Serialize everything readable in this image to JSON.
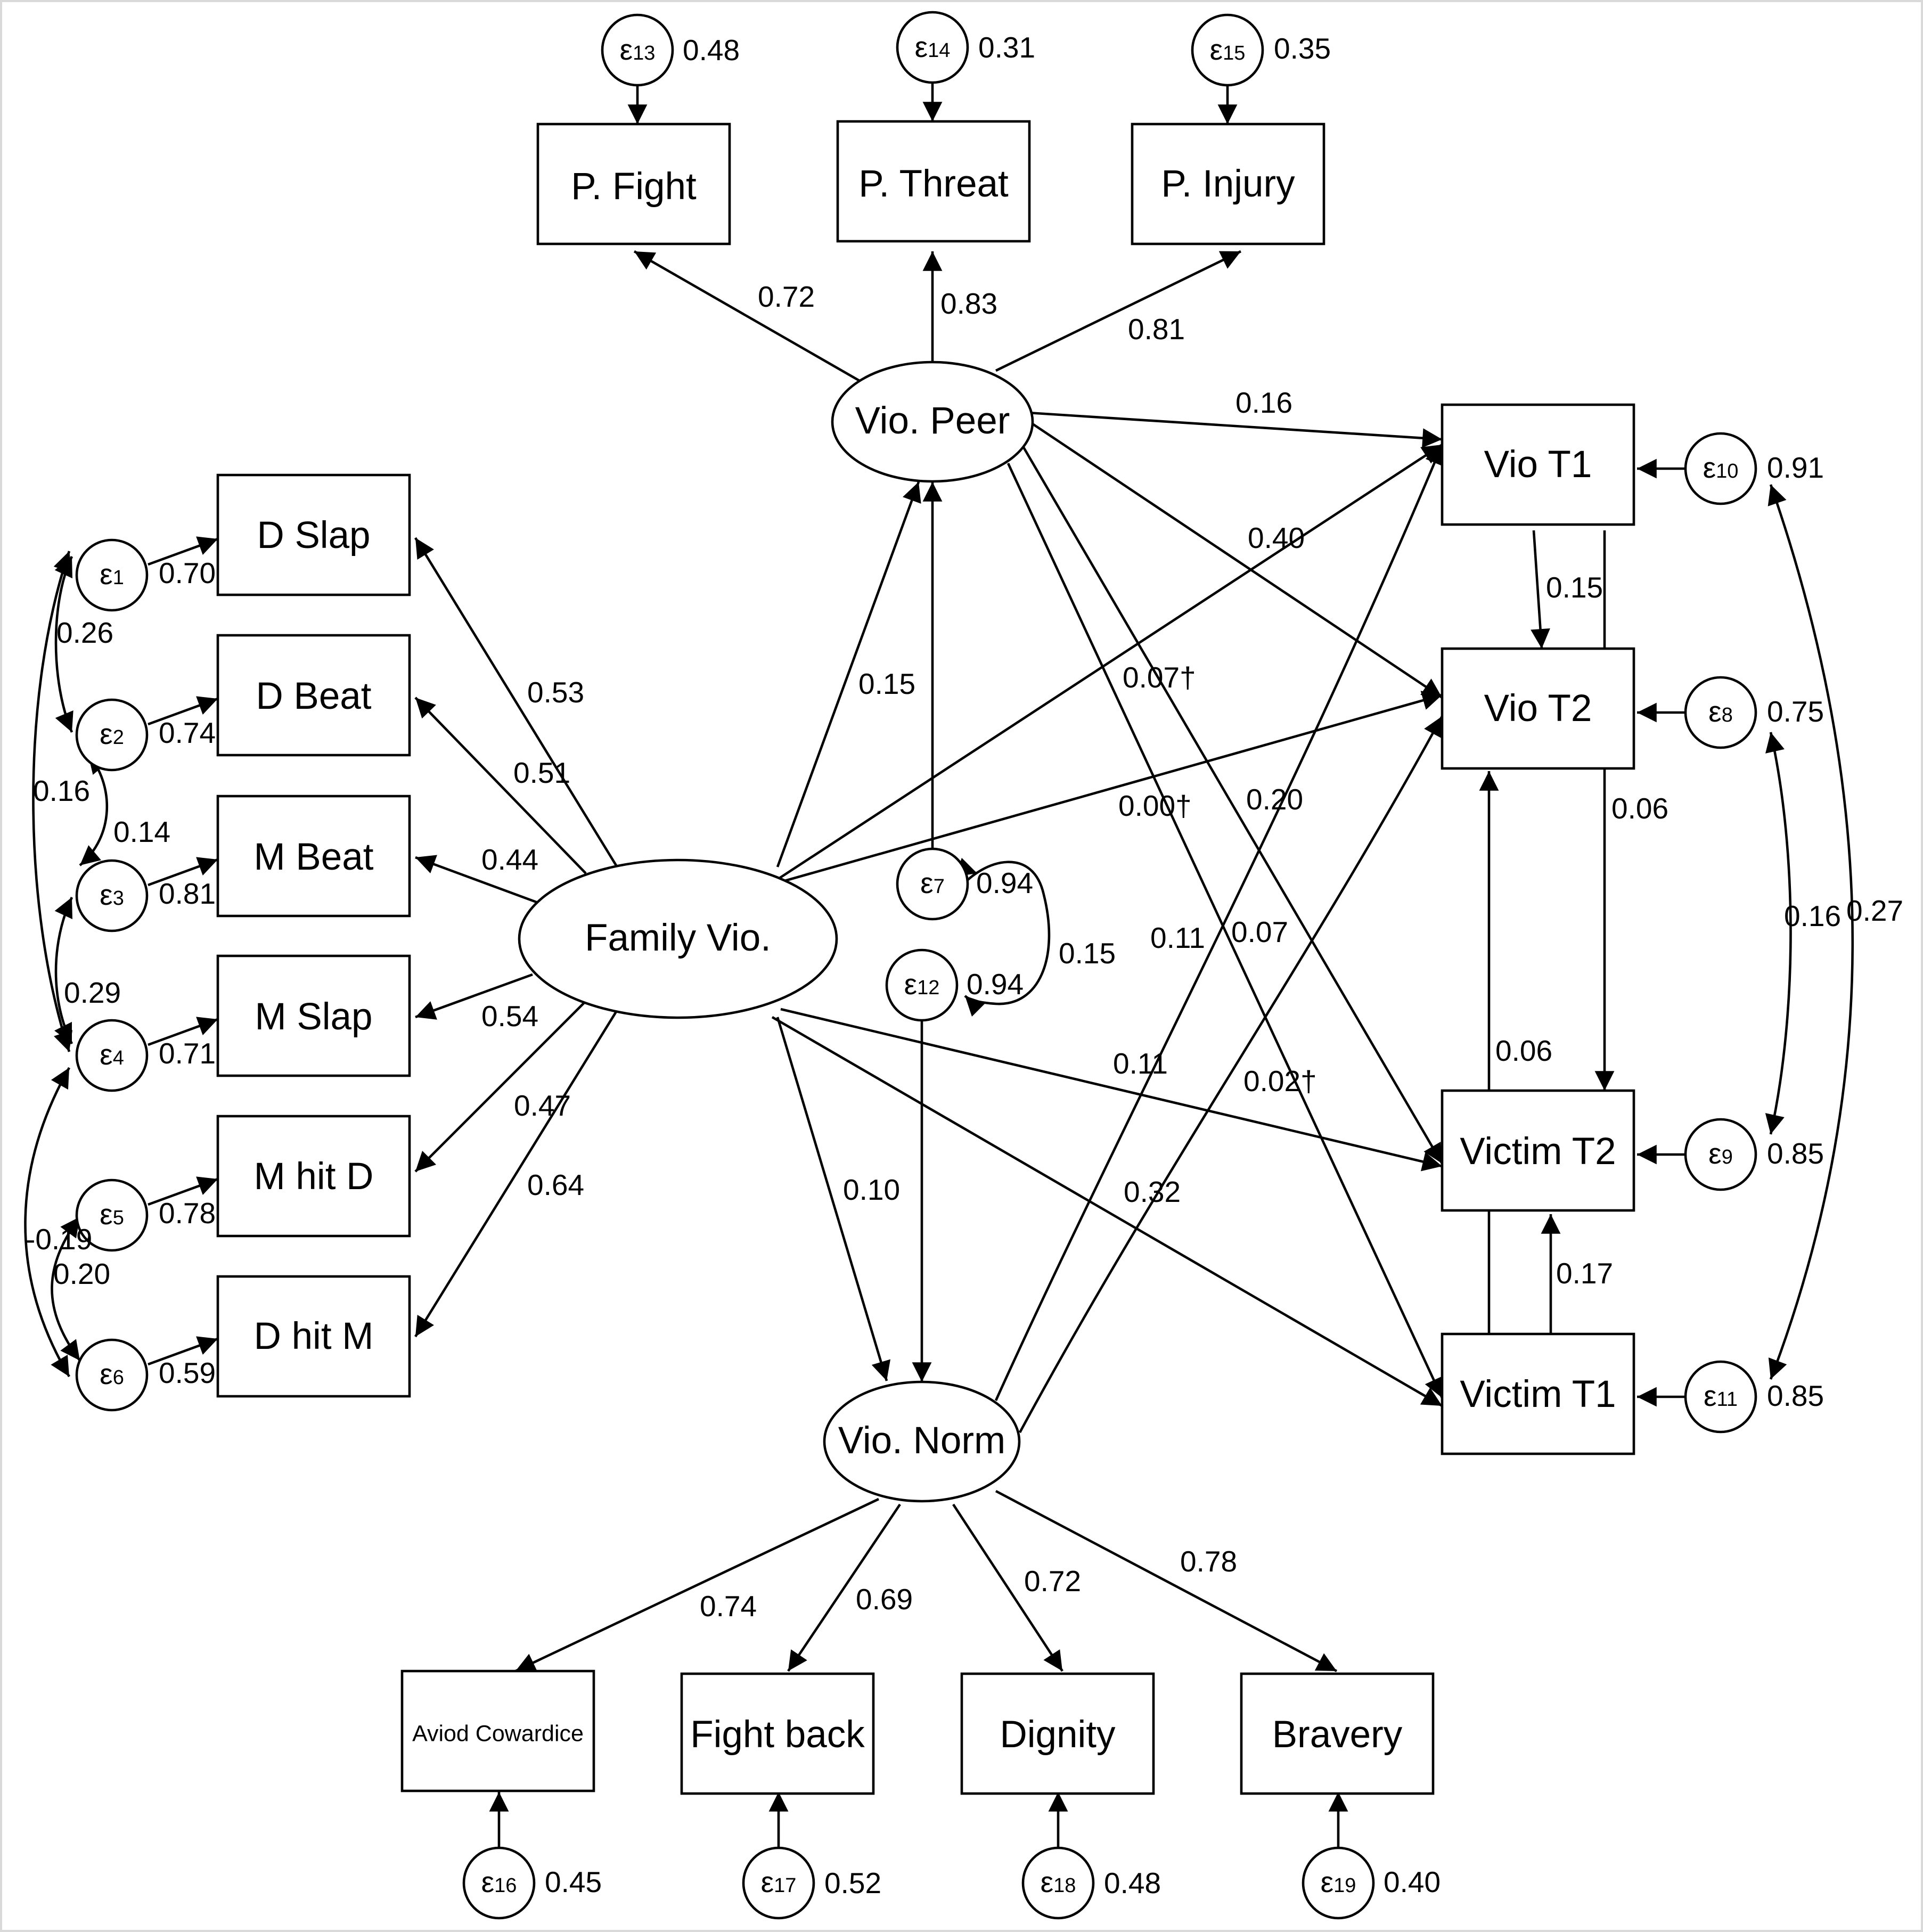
{
  "observed": {
    "p_fight": "P. Fight",
    "p_threat": "P. Threat",
    "p_injury": "P. Injury",
    "d_slap": "D Slap",
    "d_beat": "D Beat",
    "m_beat": "M Beat",
    "m_slap": "M Slap",
    "m_hit_d": "M hit D",
    "d_hit_m": "D hit M",
    "vio_t1": "Vio T1",
    "vio_t2": "Vio T2",
    "victim_t2": "Victim T2",
    "victim_t1": "Victim T1",
    "aviod_cowardice": "Aviod Cowardice",
    "fight_back": "Fight back",
    "dignity": "Dignity",
    "bravery": "Bravery"
  },
  "latent": {
    "vio_peer": "Vio. Peer",
    "family_vio": "Family Vio.",
    "vio_norm": "Vio. Norm"
  },
  "errors": {
    "e1": {
      "sym": "ε",
      "sub": "1",
      "var": "0.70"
    },
    "e2": {
      "sym": "ε",
      "sub": "2",
      "var": "0.74"
    },
    "e3": {
      "sym": "ε",
      "sub": "3",
      "var": "0.81"
    },
    "e4": {
      "sym": "ε",
      "sub": "4",
      "var": "0.71"
    },
    "e5": {
      "sym": "ε",
      "sub": "5",
      "var": "0.78"
    },
    "e6": {
      "sym": "ε",
      "sub": "6",
      "var": "0.59"
    },
    "e7": {
      "sym": "ε",
      "sub": "7",
      "var": "0.94"
    },
    "e8": {
      "sym": "ε",
      "sub": "8",
      "var": "0.75"
    },
    "e9": {
      "sym": "ε",
      "sub": "9",
      "var": "0.85"
    },
    "e10": {
      "sym": "ε",
      "sub": "10",
      "var": "0.91"
    },
    "e11": {
      "sym": "ε",
      "sub": "11",
      "var": "0.85"
    },
    "e12": {
      "sym": "ε",
      "sub": "12",
      "var": "0.94"
    },
    "e13": {
      "sym": "ε",
      "sub": "13",
      "var": "0.48"
    },
    "e14": {
      "sym": "ε",
      "sub": "14",
      "var": "0.31"
    },
    "e15": {
      "sym": "ε",
      "sub": "15",
      "var": "0.35"
    },
    "e16": {
      "sym": "ε",
      "sub": "16",
      "var": "0.45"
    },
    "e17": {
      "sym": "ε",
      "sub": "17",
      "var": "0.52"
    },
    "e18": {
      "sym": "ε",
      "sub": "18",
      "var": "0.48"
    },
    "e19": {
      "sym": "ε",
      "sub": "19",
      "var": "0.40"
    }
  },
  "paths": {
    "peer_fight": "0.72",
    "peer_threat": "0.83",
    "peer_injury": "0.81",
    "peer_viot1": "0.16",
    "peer_viot2": "0.40",
    "peer_victimt2": "0.20",
    "peer_victimt1": "0.07",
    "fam_peer": "0.15",
    "fam_dslap": "0.53",
    "fam_dbeat": "0.51",
    "fam_mbeat": "0.44",
    "fam_mslap": "0.54",
    "fam_mhitd": "0.47",
    "fam_dhitm": "0.64",
    "fam_viot1": "0.07†",
    "fam_viot2": "0.00†",
    "fam_victimt2": "0.11",
    "fam_victimt1": "0.32",
    "fam_norm": "0.10",
    "norm_viot1": "0.11",
    "norm_viot2": "0.02†",
    "norm_cow": "0.74",
    "norm_fight": "0.69",
    "norm_dignity": "0.72",
    "norm_bravery": "0.78",
    "viot1_viot2": "0.15",
    "viot1_victimt2": "0.06",
    "victimt1_viot2": "0.06",
    "victimt1_victimt2": "0.17",
    "cov_e1_e2": "0.26",
    "cov_e2_e4": "0.16",
    "cov_e2_e3": "0.14",
    "cov_e3_e4": "0.29",
    "cov_e4_e6": "-0.19",
    "cov_e5_e6": "0.20",
    "cov_e7_e12": "0.15",
    "cov_e8_e9": "0.16",
    "cov_e10_e11": "0.27"
  }
}
